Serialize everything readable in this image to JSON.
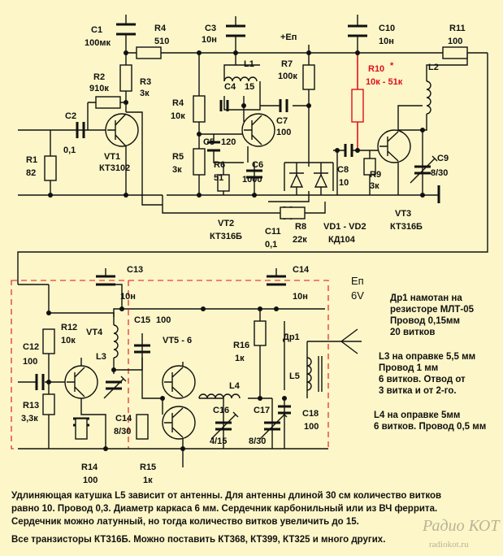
{
  "labels": {
    "C1": "C1",
    "C1v": "100мк",
    "R4a": "R4",
    "R4av": "510",
    "C3": "C3",
    "C3v": "10н",
    "Ep1": "+Еп",
    "C10": "C10",
    "C10v": "10н",
    "R11": "R11",
    "R11v": "100",
    "R2": "R2",
    "R2v": "910к",
    "R3": "R3",
    "R3v": "3к",
    "L1": "L1",
    "C4": "C4",
    "C4v": "15",
    "R7": "R7",
    "R7v": "100к",
    "R10": "R10",
    "R10v": "10к - 51к",
    "star": "*",
    "L2": "L2",
    "C2": "C2",
    "C2v": "0,1",
    "R4b": "R4",
    "R4bv": "10к",
    "C7": "C7",
    "C7v": "100",
    "VT1": "VT1",
    "VT1v": "КТ3102",
    "C5": "C5",
    "C5v": "120",
    "R1": "R1",
    "R1v": "82",
    "R5": "R5",
    "R5v": "3к",
    "R6": "R6",
    "R6v": "51",
    "C6": "C6",
    "C6v": "1000",
    "C8": "C8",
    "C8v": "10",
    "R9": "R9",
    "R9v": "3к",
    "C9": "C9",
    "C9v": "8/30",
    "VT2": "VT2",
    "VT2v": "КТ316Б",
    "C11": "C11",
    "C11v": "0,1",
    "R8": "R8",
    "R8v": "22к",
    "VD": "VD1 - VD2",
    "VDv": "КД104",
    "VT3": "VT3",
    "VT3v": "КТ316Б",
    "C13": "C13",
    "C13v": "10н",
    "C14t": "C14",
    "C14tv": "10н",
    "Ep2": "Еп",
    "Ep2v": "6V",
    "C12": "C12",
    "C12v": "100",
    "R12": "R12",
    "R12v": "10к",
    "VT4": "VT4",
    "C15": "C15",
    "C15v": "100",
    "VT56": "VT5 - 6",
    "R16": "R16",
    "R16v": "1к",
    "Dr1": "Др1",
    "L3": "L3",
    "L4": "L4",
    "L5": "L5",
    "R13": "R13",
    "R13v": "3,3к",
    "C14b": "C14",
    "C14bv": "8/30",
    "C16": "C16",
    "C16v": "4/15",
    "C17": "C17",
    "C17v": "8/30",
    "C18": "C18",
    "C18v": "100",
    "R14": "R14",
    "R14v": "100",
    "R15": "R15",
    "R15v": "1к"
  },
  "notes": {
    "dr1": "Др1 намотан на\nрезисторе МЛТ-05\nПровод 0,15мм\n20 витков",
    "l3": "L3 на оправке 5,5 мм\nПровод 1 мм\n6 витков. Отвод от\n3 витка и от 2-го.",
    "l4": "L4 на оправке 5мм\n6 витков. Провод 0,5 мм"
  },
  "footer": {
    "line1": "Удлиняющая катушка L5 зависит от антенны.  Для антенны длиной 30 см количество витков",
    "line2": "равно 10. Провод 0,3. Диаметр каркаса 6 мм. Сердечник карбонильный или из ВЧ феррита.",
    "line3": "Сердечник можно латунный, но тогда количество витков увеличить до 15.",
    "line4": "Все транзисторы КТ316Б. Можно поставить КТ368, КТ399, КТ325 и много других."
  },
  "watermark": {
    "brand": "Радио КОТ",
    "site": "radiokot.ru"
  },
  "colors": {
    "background": "#fcf6c8",
    "ink": "#111111",
    "accent": "#e0101a"
  }
}
